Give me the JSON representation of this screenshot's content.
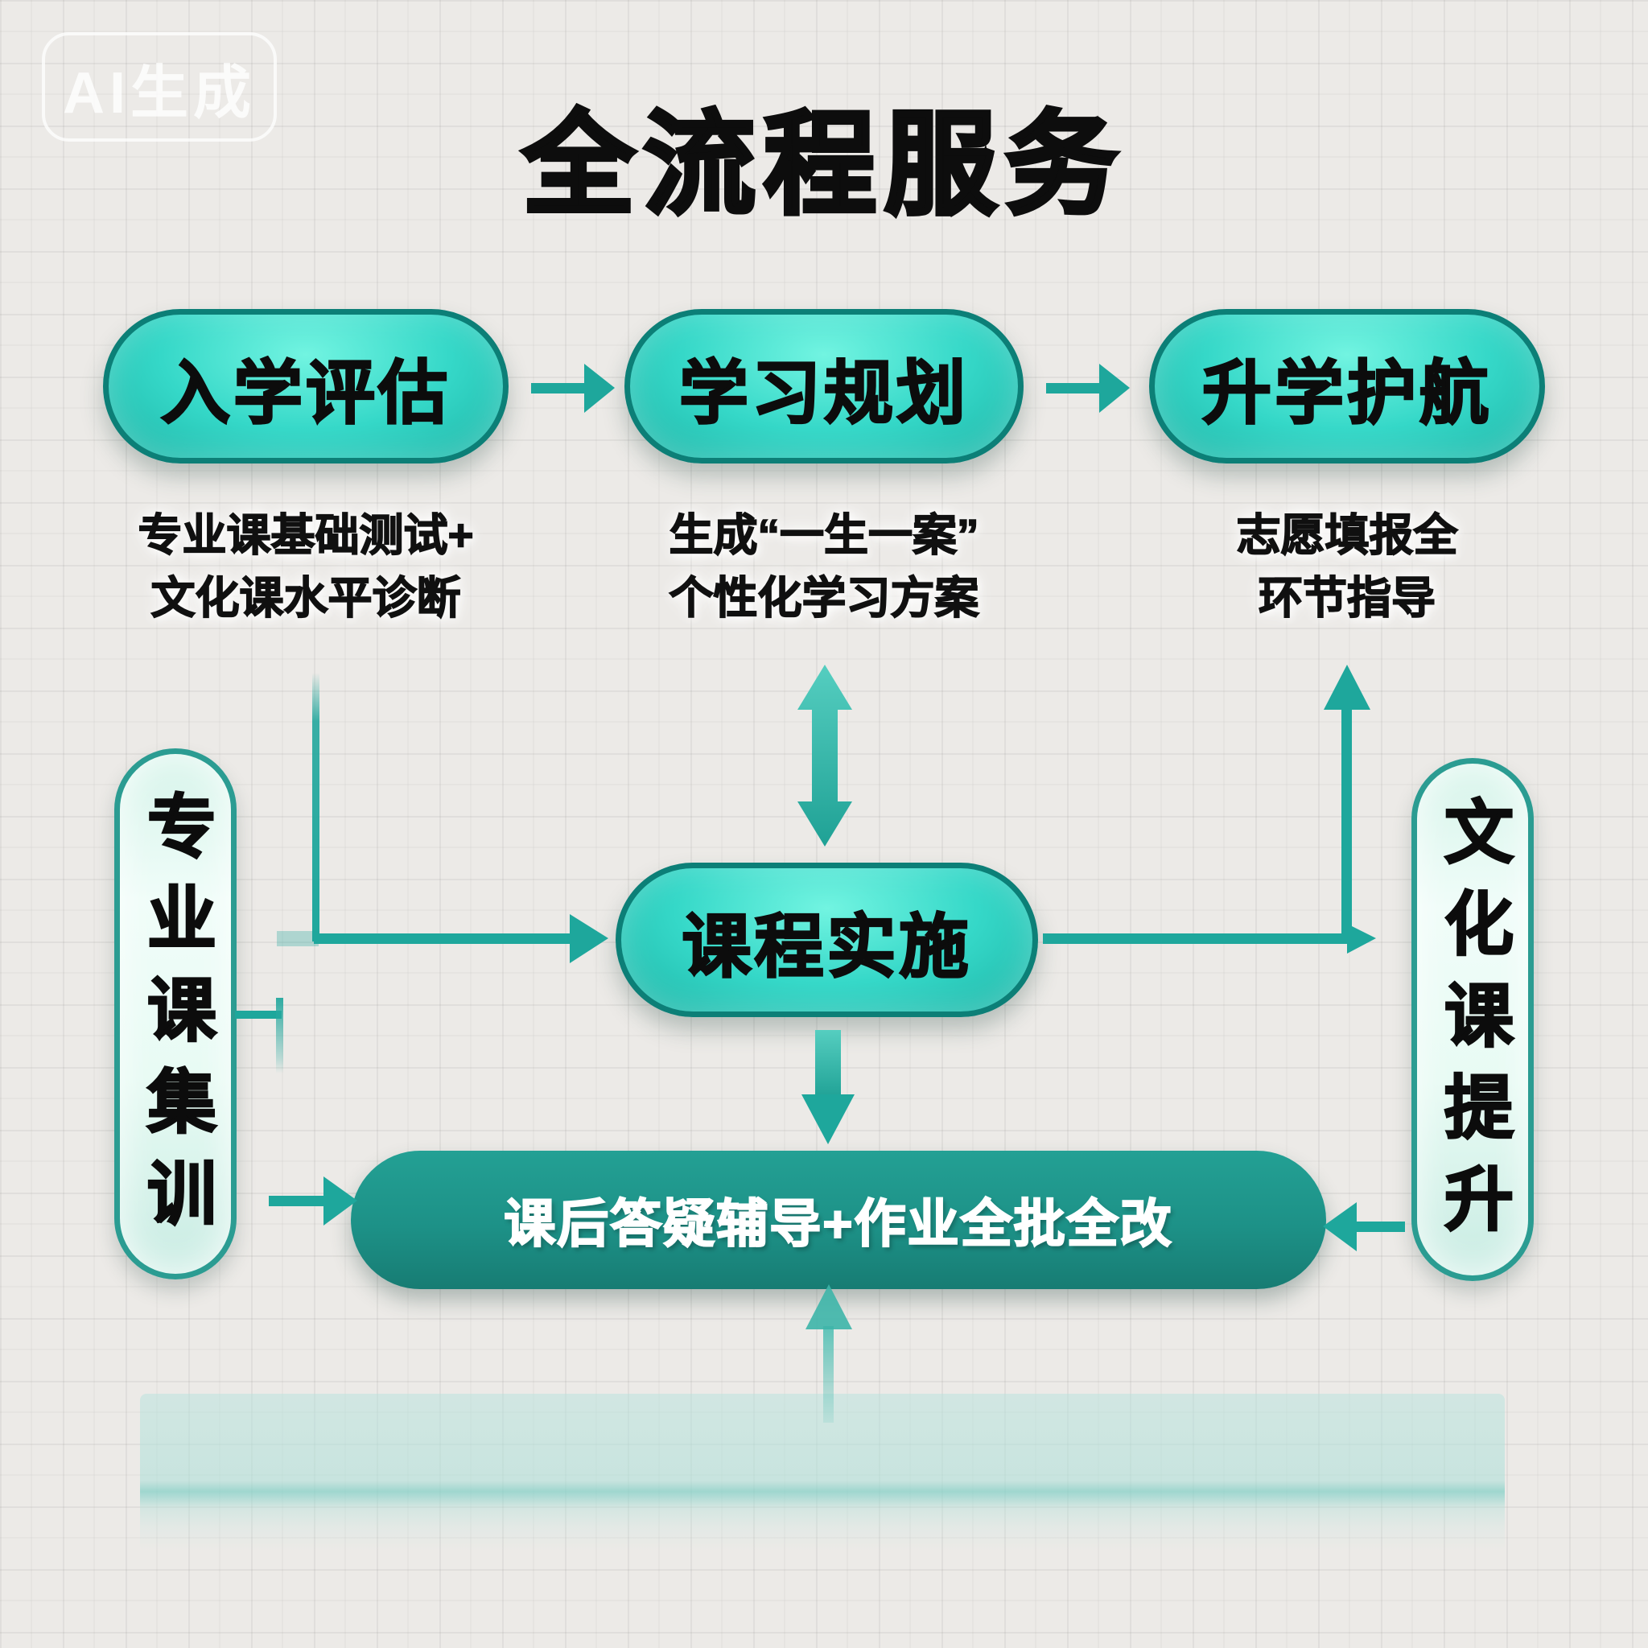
{
  "badge": {
    "label": "AI生成"
  },
  "title": "全流程服务",
  "colors": {
    "node-fill": "#35d8c8",
    "node-fill-light": "#72f4e1",
    "node-border": "#0c7f77",
    "side-border": "#2b9c92",
    "bar-fill": "#1d9187",
    "bar-text": "#ffffff",
    "arrow": "#1ea79c",
    "text": "#101010",
    "background": "#eceae7",
    "band": "#b7e3dd"
  },
  "flow": {
    "top_nodes": [
      {
        "label": "入学评估",
        "desc_lines": [
          "专业课基础测试+",
          "文化课水平诊断"
        ]
      },
      {
        "label": "学习规划",
        "desc_lines": [
          "生成“一生一案”",
          "个性化学习方案"
        ]
      },
      {
        "label": "升学护航",
        "desc_lines": [
          "志愿填报全",
          "环节指导"
        ]
      }
    ],
    "center_node": {
      "label": "课程实施"
    },
    "left_node": {
      "label": "专业课集训"
    },
    "right_node": {
      "label": "文化课提升"
    },
    "bottom_bar": {
      "label": "课后答疑辅导+作业全批全改"
    }
  }
}
